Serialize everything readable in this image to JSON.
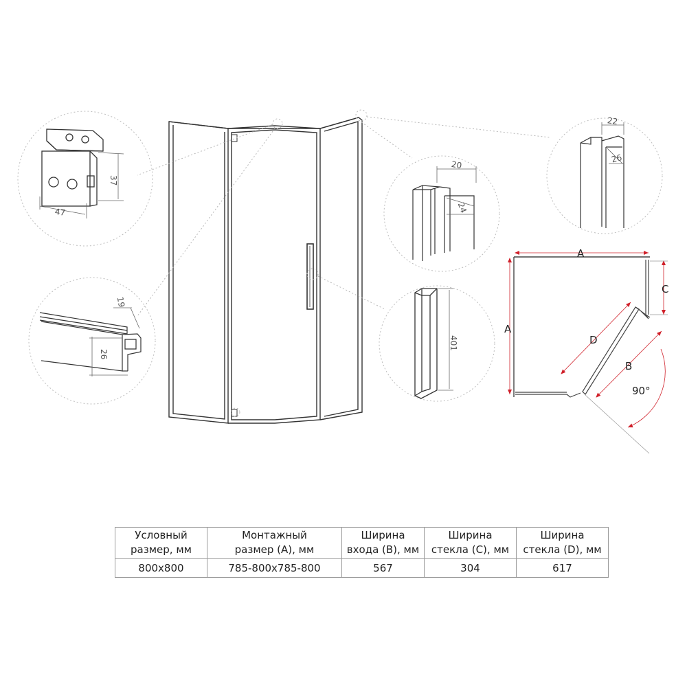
{
  "colors": {
    "line": "#333333",
    "thin": "#777777",
    "dash": "#b0b0b0",
    "arrow": "#d0202a"
  },
  "details": {
    "hinge": {
      "width_label": "47",
      "height_label": "37"
    },
    "profile_bottom": {
      "a_label": "19",
      "b_label": "26"
    },
    "profile_wall": {
      "a_label": "20",
      "b_label": "24"
    },
    "profile_corner": {
      "a_label": "22",
      "b_label": "26"
    },
    "handle": {
      "length_label": "401"
    }
  },
  "plan": {
    "label_a_top": "A",
    "label_a_side": "A",
    "label_b": "B",
    "label_c": "C",
    "label_d": "D",
    "angle_label": "90°"
  },
  "table": {
    "headers": [
      {
        "line1": "Условный",
        "line2": "размер, мм"
      },
      {
        "line1": "Монтажный",
        "line2": "размер (А), мм"
      },
      {
        "line1": "Ширина",
        "line2": "входа (В), мм"
      },
      {
        "line1": "Ширина",
        "line2": "стекла (С), мм"
      },
      {
        "line1": "Ширина",
        "line2": "стекла (D), мм"
      }
    ],
    "rows": [
      [
        "800x800",
        "785-800x785-800",
        "567",
        "304",
        "617"
      ]
    ]
  }
}
